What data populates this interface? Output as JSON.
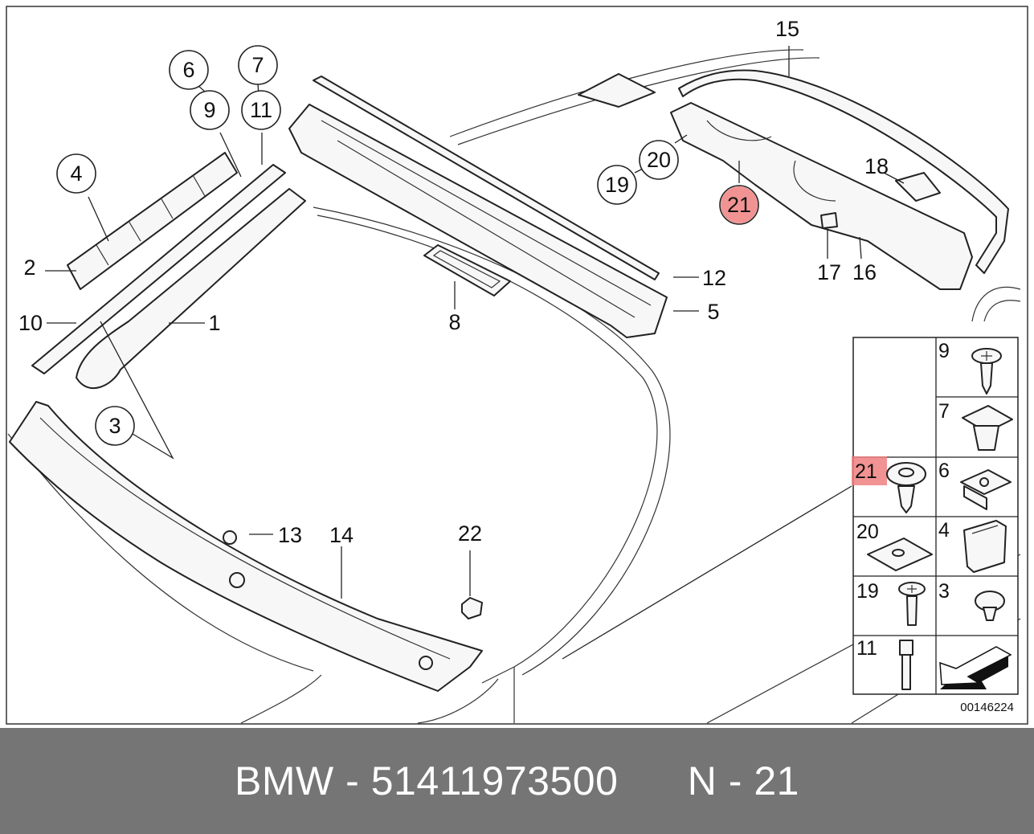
{
  "diagram": {
    "labels": {
      "p1": "1",
      "p2": "2",
      "p3": "3",
      "p4": "4",
      "p5": "5",
      "p6": "6",
      "p7": "7",
      "p8": "8",
      "p9": "9",
      "p10": "10",
      "p11": "11",
      "p12": "12",
      "p13": "13",
      "p14": "14",
      "p15": "15",
      "p16": "16",
      "p17": "17",
      "p18": "18",
      "p19": "19",
      "p20": "20",
      "p21": "21",
      "p22": "22"
    },
    "highlight_color": "#f08080",
    "legend": [
      {
        "label": "9",
        "icon": "screw-icon"
      },
      {
        "label": "7",
        "icon": "clip-nut-icon"
      },
      {
        "label": "21",
        "icon": "expanding-rivet-icon",
        "highlighted": true
      },
      {
        "label": "6",
        "icon": "spring-nut-icon"
      },
      {
        "label": "20",
        "icon": "u-nut-icon"
      },
      {
        "label": "4",
        "icon": "grommet-icon"
      },
      {
        "label": "19",
        "icon": "washer-screw-icon"
      },
      {
        "label": "3",
        "icon": "push-clip-icon"
      },
      {
        "label": "11",
        "icon": "hex-socket-screw-icon"
      },
      {
        "label": "",
        "icon": "direction-arrow-icon"
      }
    ],
    "catalog_number": "00146224"
  },
  "footer": {
    "brand": "BMW",
    "separator": "-",
    "part_number": "51411973500",
    "position_prefix": "N",
    "position_separator": "-",
    "position_number": "21",
    "background": "#757575"
  }
}
